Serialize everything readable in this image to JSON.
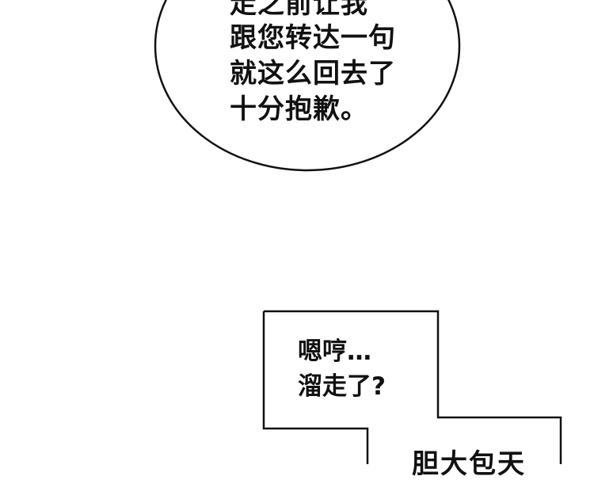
{
  "speech_bubble": {
    "lines": [
      "走之前让我",
      "跟您转达一句",
      "就这么回去了",
      "十分抱歉。"
    ]
  },
  "caption_box": {
    "lines": [
      "嗯哼…",
      "溜走了?"
    ],
    "next_text": "胆大包天"
  },
  "colors": {
    "stroke": "#111111",
    "background": "#ffffff"
  }
}
